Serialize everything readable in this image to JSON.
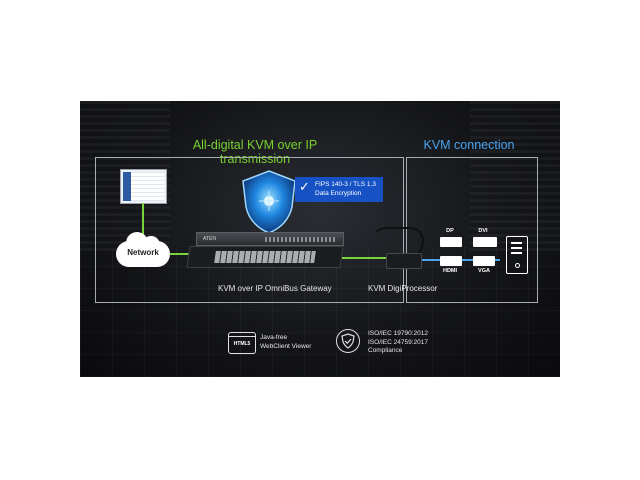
{
  "banner": {
    "title_left": "All-digital KVM over IP transmission",
    "title_right": "KVM connection",
    "network_label": "Network",
    "security_badge": {
      "line1": "FIPS 140-3 / TLS 1.3",
      "line2": "Data Encryption"
    },
    "gateway_logo": "ATEN",
    "gateway_label": "KVM over IP OmniBus Gateway",
    "processor_label": "KVM DigiProcessor",
    "connectors": [
      "DP",
      "DVI",
      "HDMI",
      "VGA"
    ],
    "html5_badge": "HTML5",
    "feature_webclient": {
      "line1": "Java-free",
      "line2": "WebClient Viewer"
    },
    "feature_iso": {
      "line1": "ISO/IEC 19790:2012",
      "line2": "ISO/IEC 24759:2017",
      "line3": "Compliance"
    },
    "colors": {
      "green_accent": "#79d22e",
      "blue_accent": "#4aa3ef",
      "badge_blue": "#1652c4",
      "background": "#141518"
    },
    "icons": [
      "monitor-icon",
      "cloud-icon",
      "shield-icon",
      "check-icon",
      "computer-tower-icon",
      "html5-badge-icon",
      "iso-shield-check-icon"
    ]
  }
}
